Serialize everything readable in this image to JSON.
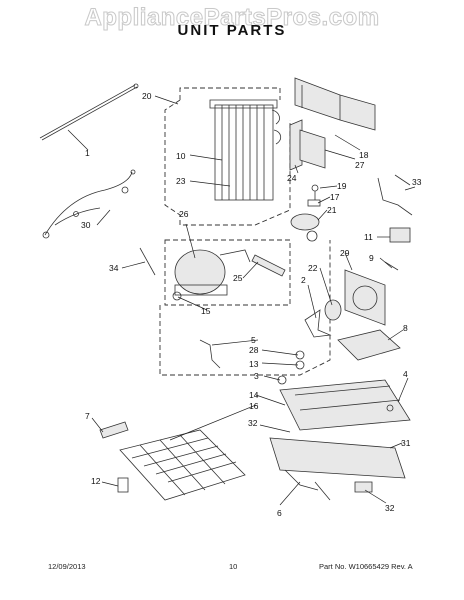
{
  "watermark": "AppliancePartsPros.com",
  "title": "UNIT PARTS",
  "callouts": [
    "1",
    "2",
    "3",
    "4",
    "5",
    "6",
    "7",
    "8",
    "9",
    "10",
    "11",
    "12",
    "13",
    "14",
    "15",
    "16",
    "17",
    "18",
    "19",
    "20",
    "21",
    "22",
    "23",
    "24",
    "25",
    "26",
    "27",
    "28",
    "29",
    "30",
    "31",
    "32",
    "32",
    "33",
    "34"
  ],
  "footer": {
    "date": "12/09/2013",
    "page": "10",
    "part": "Part No.  W10665429  Rev.  A"
  }
}
